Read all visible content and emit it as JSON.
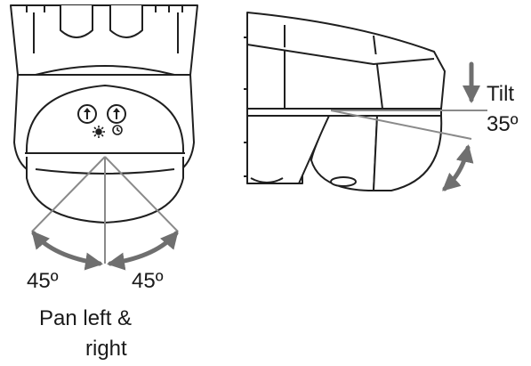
{
  "labels": {
    "tilt": "Tilt",
    "tilt_angle": "35º",
    "pan_left_angle": "45º",
    "pan_right_angle": "45º",
    "pan_line1": "Pan left &",
    "pan_line2": "right"
  },
  "icons": {
    "moon": "moon-icon",
    "sun": "sun-icon",
    "clock": "clock-icon"
  },
  "colors": {
    "outline": "#1f1f1f",
    "guide": "#8a8a8a",
    "arrow": "#6f6f6f",
    "background": "#ffffff"
  }
}
